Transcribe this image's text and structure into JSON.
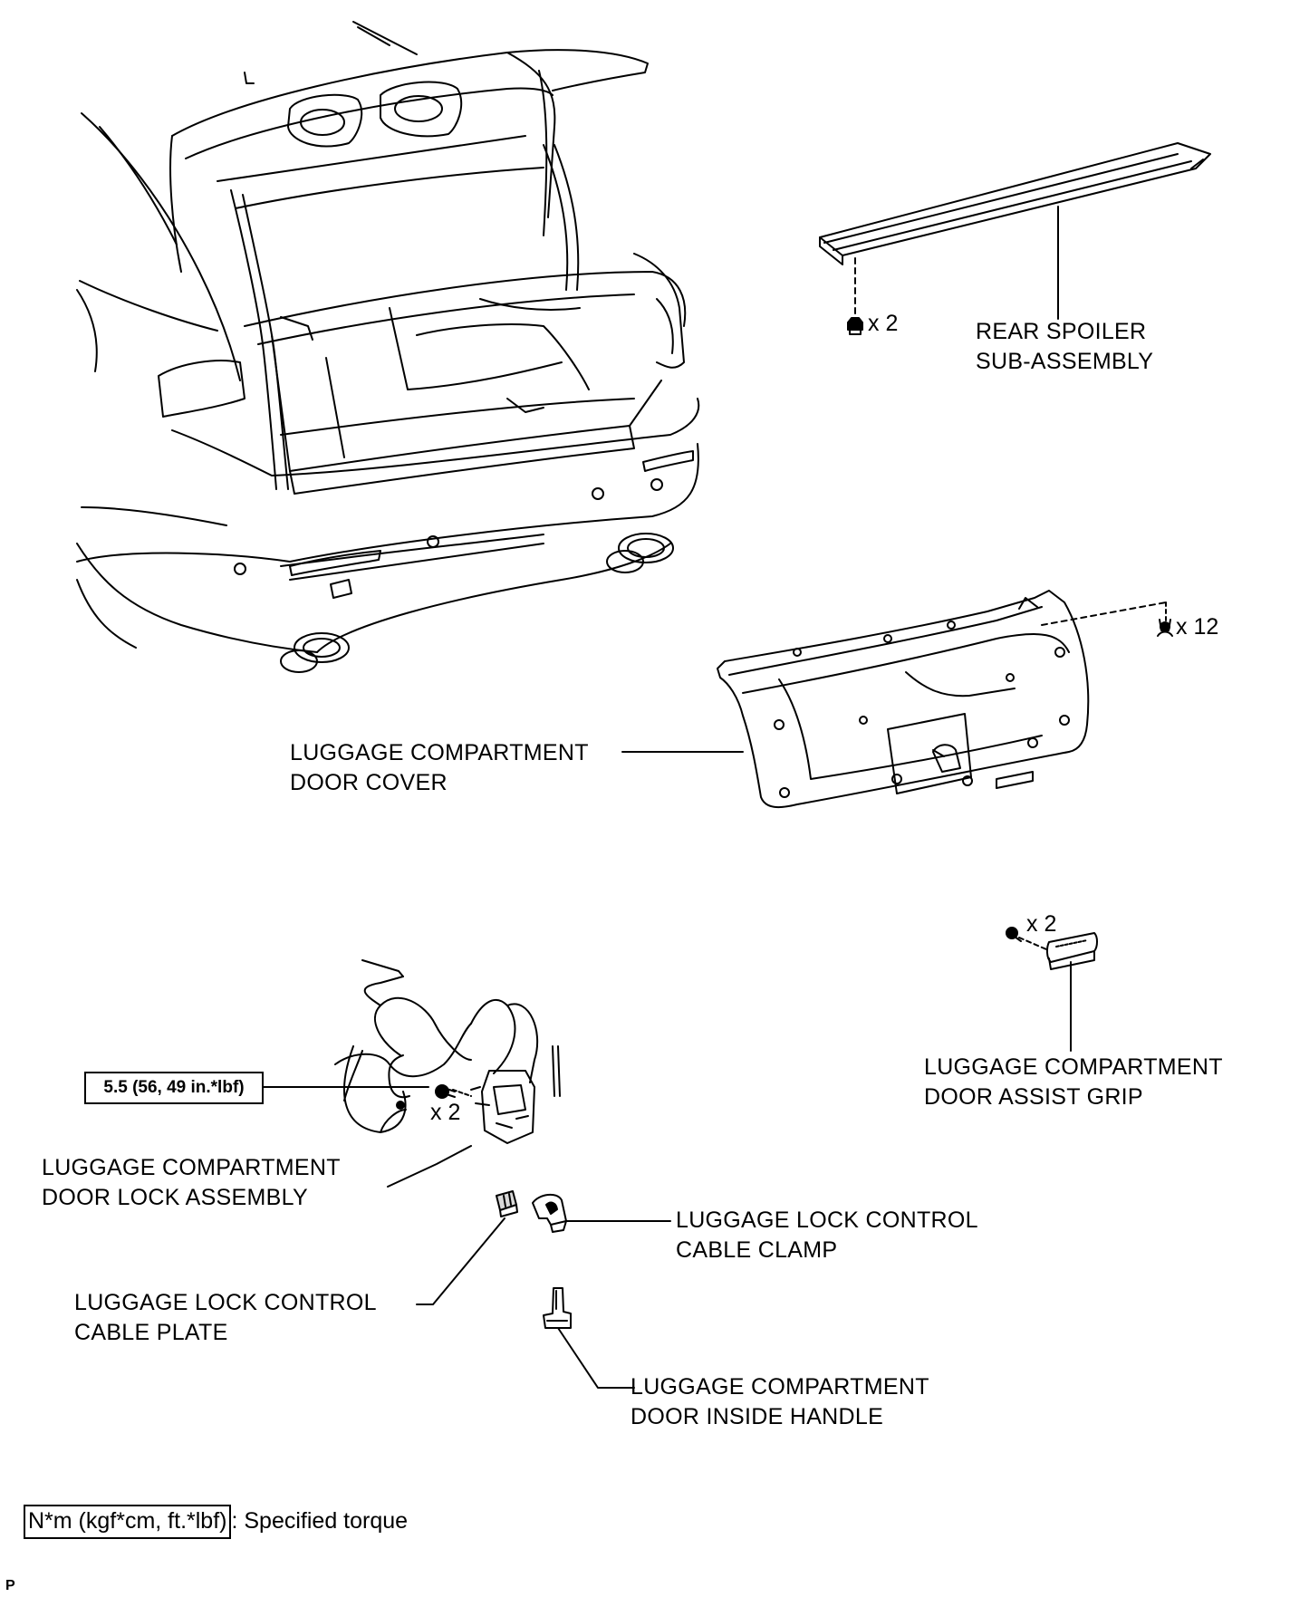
{
  "labels": {
    "rear_spoiler": [
      "REAR SPOILER",
      "SUB-ASSEMBLY"
    ],
    "door_cover": [
      "LUGGAGE COMPARTMENT",
      "DOOR COVER"
    ],
    "assist_grip": [
      "LUGGAGE COMPARTMENT",
      "DOOR ASSIST GRIP"
    ],
    "lock_assembly": [
      "LUGGAGE COMPARTMENT",
      "DOOR LOCK ASSEMBLY"
    ],
    "cable_clamp": [
      "LUGGAGE LOCK CONTROL",
      "CABLE CLAMP"
    ],
    "cable_plate": [
      "LUGGAGE LOCK CONTROL",
      "CABLE PLATE"
    ],
    "inside_handle": [
      "LUGGAGE COMPARTMENT",
      "DOOR INSIDE HANDLE"
    ]
  },
  "quantities": {
    "spoiler_nuts": "x 2",
    "cover_clips": "x 12",
    "grip_screws": "x 2",
    "lock_bolts": "x 2"
  },
  "torque": {
    "value": "5.5 (56, 49 in.*lbf)"
  },
  "legend": {
    "unit": "N*m (kgf*cm, ft.*lbf)",
    "description": ": Specified torque"
  },
  "figure_code": "P"
}
